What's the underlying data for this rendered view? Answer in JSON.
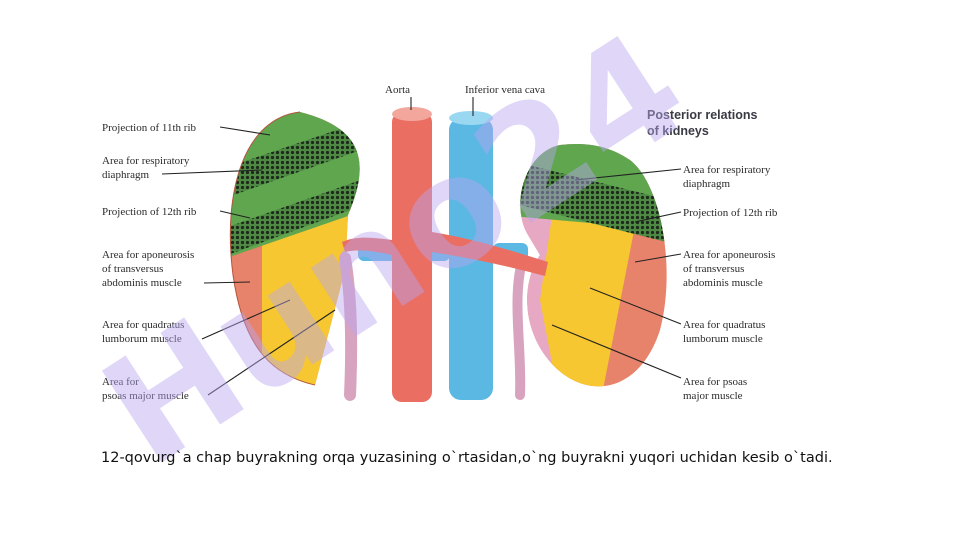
{
  "diagram": {
    "title_line1": "Posterior relations",
    "title_line2": "of kidneys",
    "vessel_labels": {
      "aorta": "Aorta",
      "ivc": "Inferior vena cava"
    },
    "left_labels": {
      "rib11": "Projection of 11th rib",
      "diaphragm_1": "Area for respiratory",
      "diaphragm_2": "diaphragm",
      "rib12": "Projection of 12th rib",
      "transversus_1": "Area for aponeurosis",
      "transversus_2": "of transversus",
      "transversus_3": "abdominis muscle",
      "quadratus_1": "Area for quadratus",
      "quadratus_2": "lumborum muscle",
      "psoas_1": "Area for",
      "psoas_2": "psoas major muscle"
    },
    "right_labels": {
      "diaphragm_1": "Area for respiratory",
      "diaphragm_2": "diaphragm",
      "rib12": "Projection of 12th rib",
      "transversus_1": "Area for aponeurosis",
      "transversus_2": "of transversus",
      "transversus_3": "abdominis muscle",
      "quadratus_1": "Area for quadratus",
      "quadratus_2": "lumborum muscle",
      "psoas_1": "Area for psoas",
      "psoas_2": "major muscle"
    },
    "colors": {
      "diaphragm": "#5fa64f",
      "transversus": "#e8836b",
      "quadratus": "#f6c731",
      "psoas": "#e6a8c2",
      "aorta": "#ea6f62",
      "vena_cava": "#5bb8e2",
      "watermark": "#b9a6f0"
    }
  },
  "watermark": {
    "text": "Huno24"
  },
  "caption": "12-qovurg`a chap buyrakning orqa yuzasining o`rtasidan,o`ng buyrakni  yuqori uchidan kesib o`tadi."
}
